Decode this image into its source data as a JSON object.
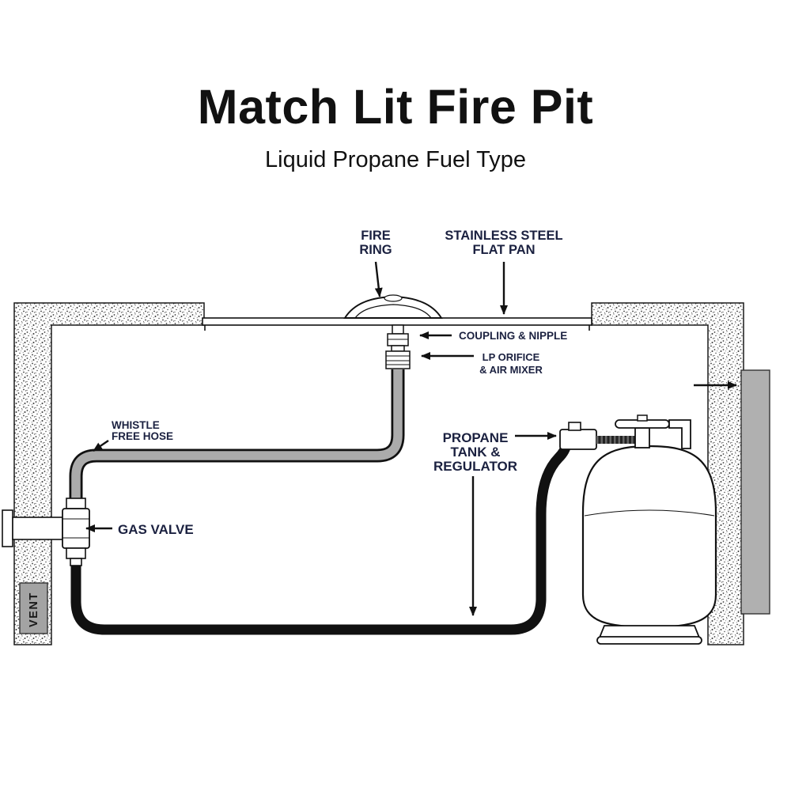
{
  "title": "Match Lit Fire Pit",
  "subtitle": "Liquid Propane Fuel Type",
  "labels": {
    "fire_ring": {
      "line1": "FIRE",
      "line2": "RING"
    },
    "flat_pan": {
      "line1": "STAINLESS STEEL",
      "line2": "FLAT PAN"
    },
    "coupling_nipple": {
      "line1": "COUPLING & NIPPLE"
    },
    "lp_orifice": {
      "line1": "LP ORIFICE",
      "line2": "& AIR MIXER"
    },
    "whistle_hose": {
      "line1": "WHISTLE",
      "line2": "FREE HOSE"
    },
    "gas_valve": {
      "line1": "GAS VALVE"
    },
    "propane_tank": {
      "line1": "PROPANE",
      "line2": "TANK &",
      "line3": "REGULATOR"
    },
    "vent": {
      "line1": "VENT"
    }
  },
  "colors": {
    "label": "#1b2140",
    "title": "#111111",
    "hose_gray": "#ababab",
    "hose_black": "#111111",
    "panel_gray": "#b0b0b0",
    "vent_gray": "#a3a3a3",
    "wall_speckle": "#3a3a3a"
  }
}
